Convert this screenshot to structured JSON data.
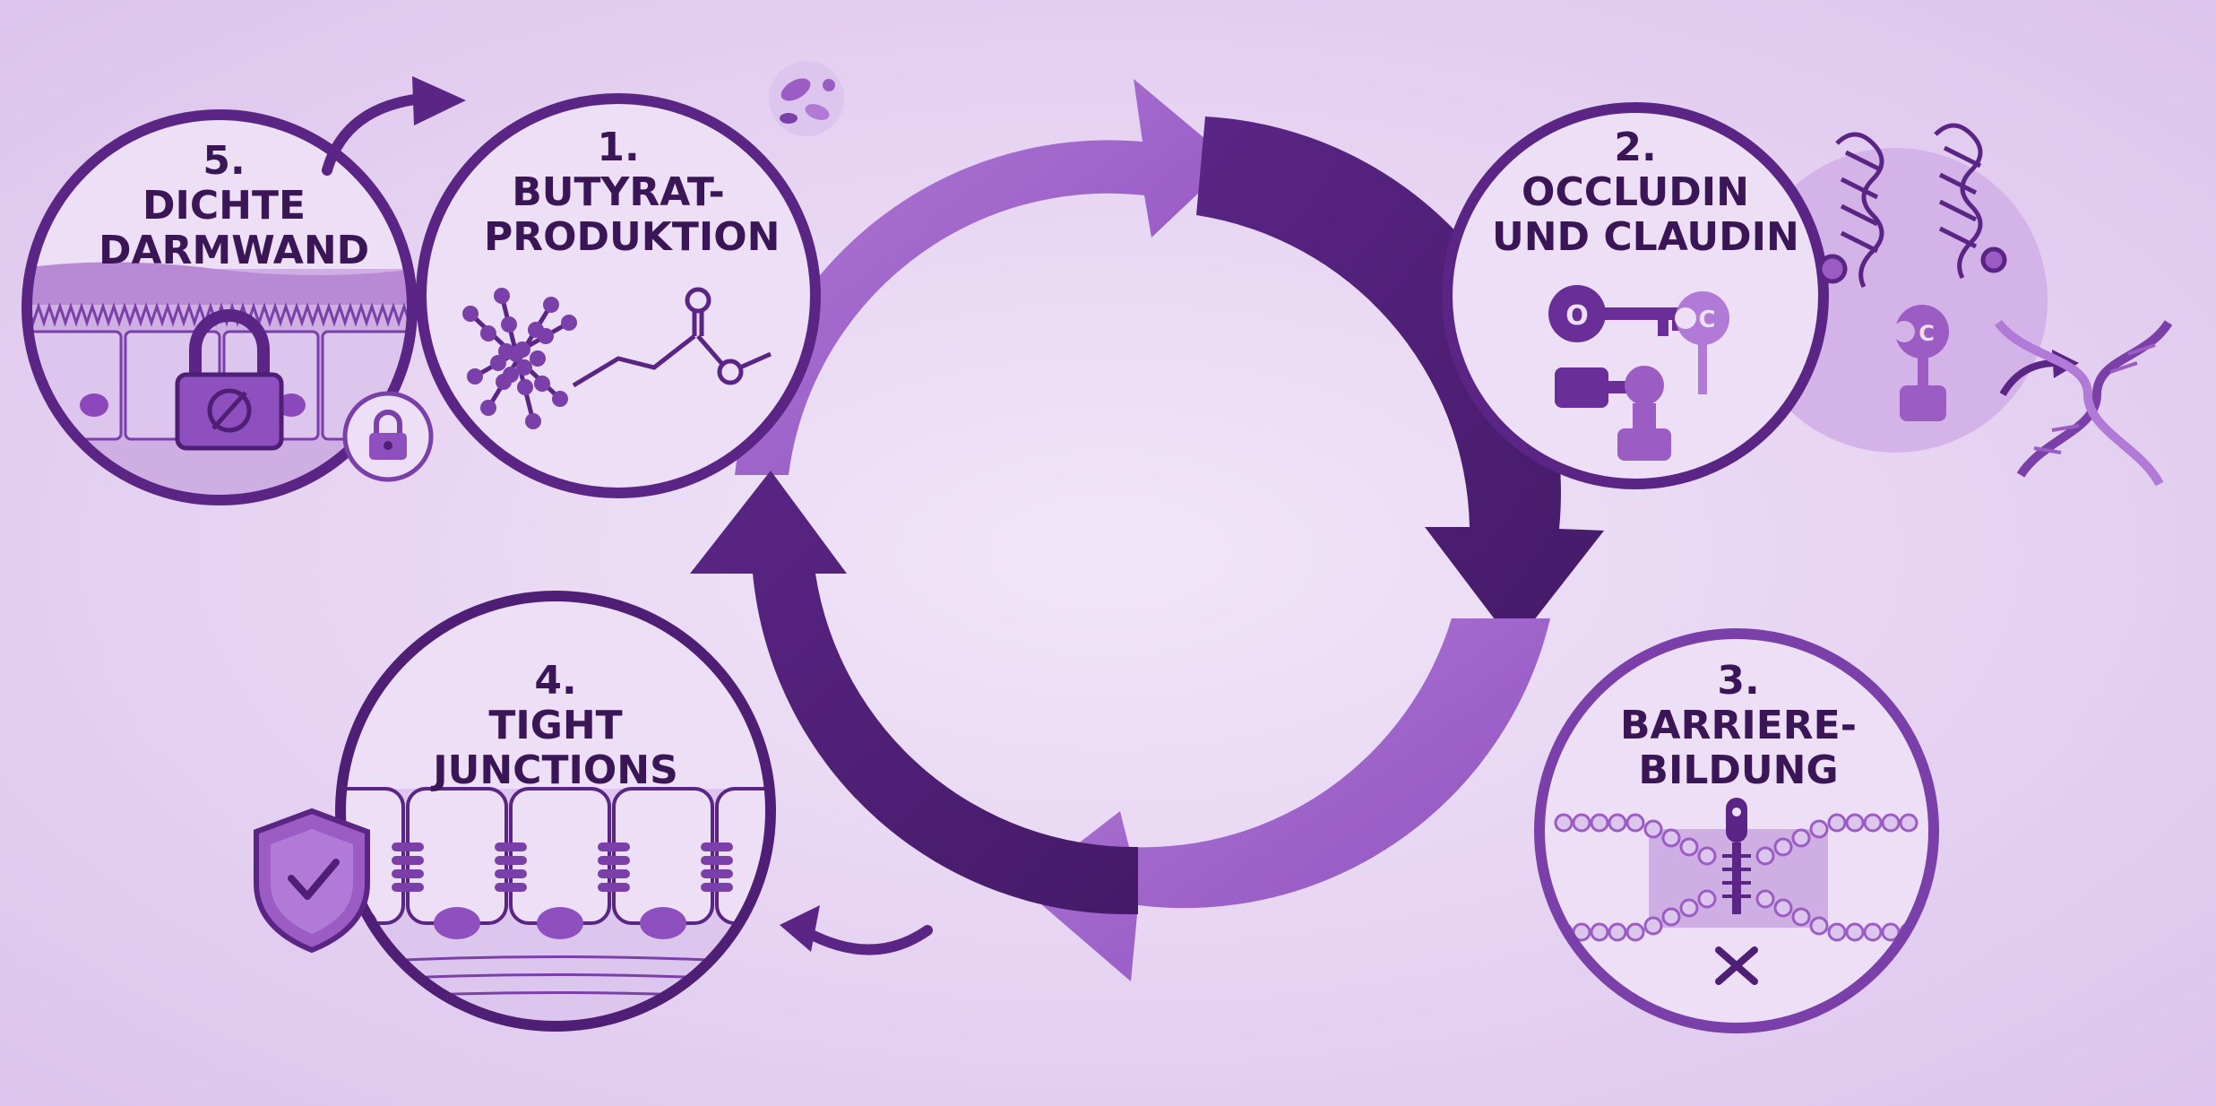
{
  "stages": [
    {
      "number": "1.",
      "line1": "BUTYRAT-",
      "line2": "PRODUKTION"
    },
    {
      "number": "2.",
      "line1": "OCCLUDIN",
      "line2": "UND CLAUDIN"
    },
    {
      "number": "3.",
      "line1": "BARRIERE-",
      "line2": "BILDUNG"
    },
    {
      "number": "4.",
      "line1": "TIGHT",
      "line2": "JUNCTIONS"
    },
    {
      "number": "5.",
      "line1": "DICHTE",
      "line2": "DARMWAND"
    }
  ],
  "protein_markers": {
    "occludin": "O",
    "claudin": "C",
    "claudin_free": "C"
  },
  "colors": {
    "background": "#e6d3f2",
    "dark_purple": "#4f1f76",
    "mid_purple": "#9b5cc4",
    "light_purple": "#c9a3e0",
    "pale_purple": "#ecdff6",
    "text": "#3b1656"
  },
  "icons": [
    "bacteria-icon",
    "butyrate-molecule-icon",
    "key-lock-icon",
    "protein-structure-icon",
    "dna-icon",
    "zipper-icon",
    "x-mark-icon",
    "shield-check-icon",
    "padlock-icon",
    "small-lock-icon"
  ]
}
